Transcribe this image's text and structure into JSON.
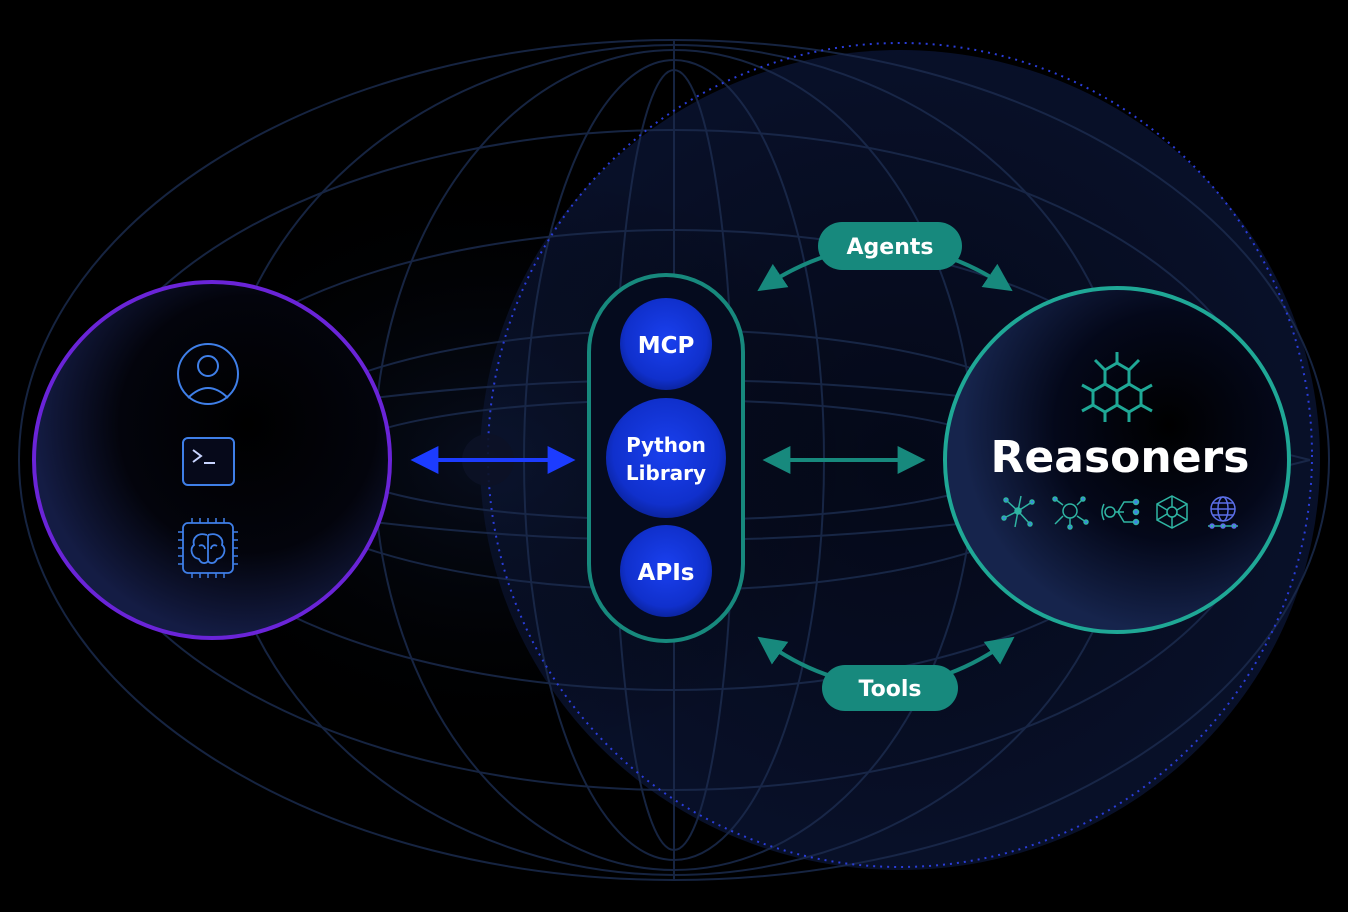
{
  "hub": {
    "items": [
      {
        "label": "MCP"
      },
      {
        "label_line1": "Python",
        "label_line2": "Library"
      },
      {
        "label": "APIs"
      }
    ]
  },
  "relations": {
    "top": "Agents",
    "bottom": "Tools"
  },
  "reasoners": {
    "title": "Reasoners",
    "icons": [
      "network-star-icon",
      "node-hub-icon",
      "branch-icon",
      "hexagon-network-icon",
      "globe-icon"
    ]
  },
  "clients": {
    "icons": [
      "user-icon",
      "terminal-icon",
      "ai-chip-icon"
    ]
  },
  "colors": {
    "background": "#000000",
    "grid_line": "#1b2b4d",
    "hub_node": "#1233d8",
    "teal": "#17897d",
    "teal_bright": "#1fa896",
    "blue_arrow": "#1c3cff",
    "purple_ring": "#6a24d8",
    "dotted_ring": "#2a3dd8",
    "icon_blue": "#3f7fe8"
  }
}
